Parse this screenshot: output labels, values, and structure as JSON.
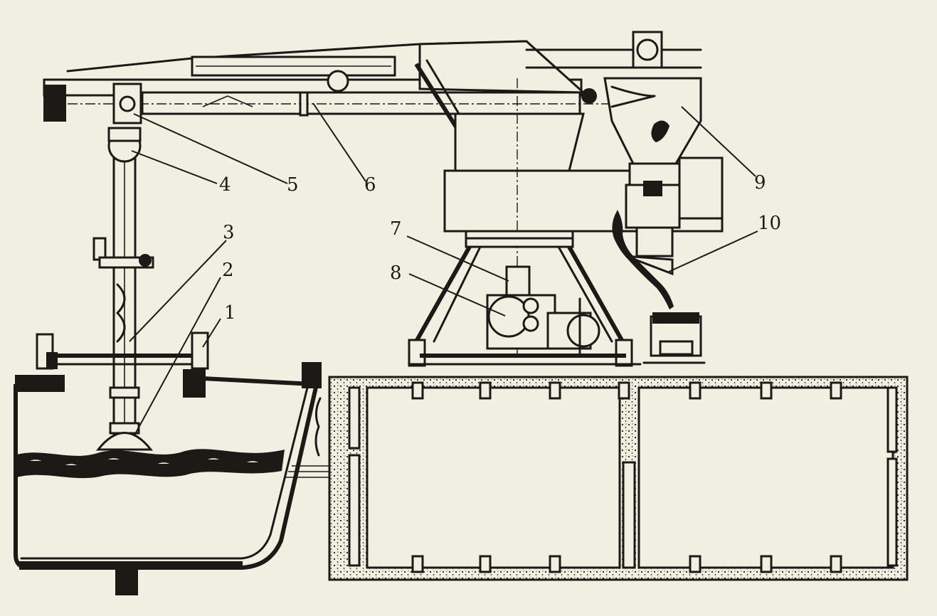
{
  "figure": {
    "kind": "engineering-line-drawing",
    "ink_color": "#1c1a17",
    "paper_color": "#f1efe2",
    "callouts": [
      {
        "id": "c1",
        "label": "1"
      },
      {
        "id": "c2",
        "label": "2"
      },
      {
        "id": "c3",
        "label": "3"
      },
      {
        "id": "c4",
        "label": "4"
      },
      {
        "id": "c5",
        "label": "5"
      },
      {
        "id": "c6",
        "label": "6"
      },
      {
        "id": "c7",
        "label": "7"
      },
      {
        "id": "c8",
        "label": "8"
      },
      {
        "id": "c9",
        "label": "9"
      },
      {
        "id": "c10",
        "label": "10"
      }
    ]
  }
}
